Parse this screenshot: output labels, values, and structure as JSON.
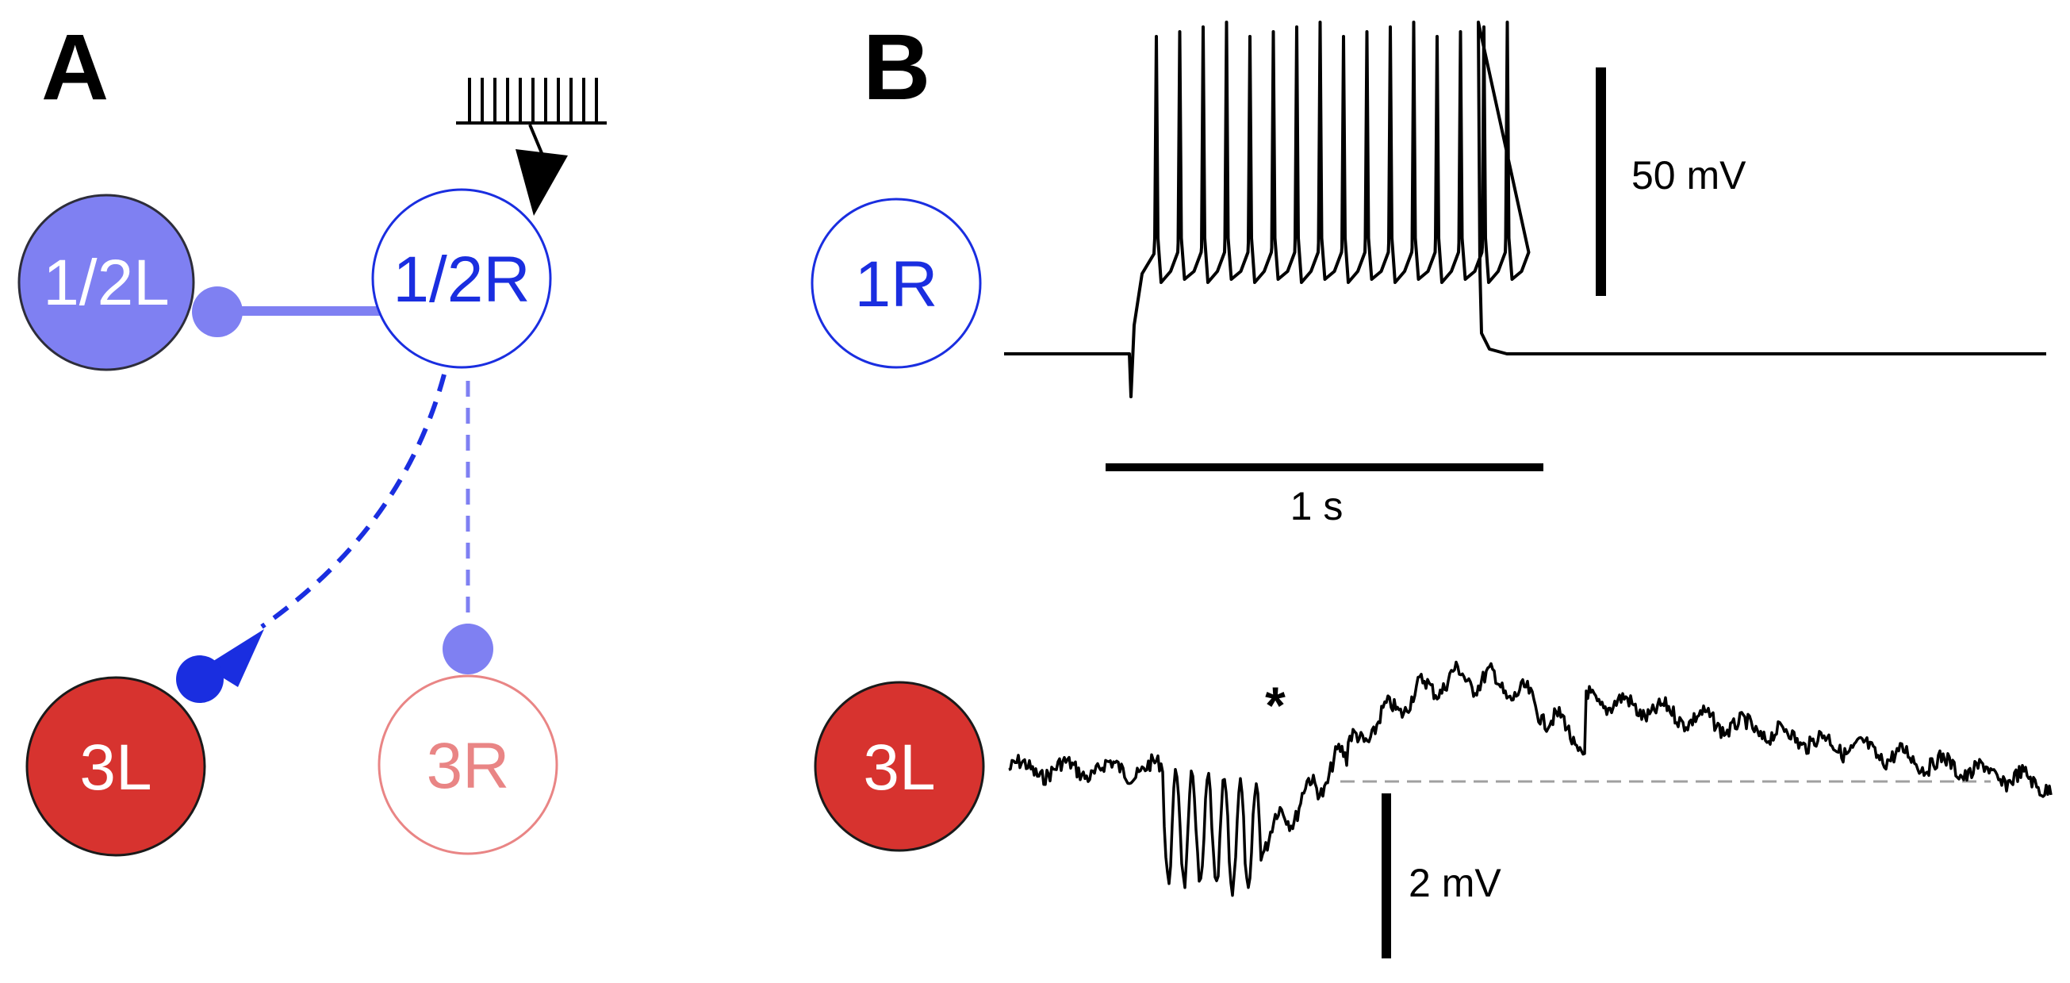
{
  "panels": {
    "a_label": "A",
    "b_label": "B"
  },
  "circuit": {
    "nodes": {
      "n12l": "1/2L",
      "n12r": "1/2R",
      "n3l": "3L",
      "n3r": "3R"
    }
  },
  "recordings": {
    "top_cell": "1R",
    "bottom_cell": "3L",
    "scale_top_voltage": "50 mV",
    "scale_time": "1 s",
    "scale_bottom_voltage": "2 mV",
    "marker": "*"
  },
  "colors": {
    "blue_dark": "#1a2ee0",
    "blue_light": "#7f80f2",
    "red": "#d7332f",
    "red_light": "#e98585"
  }
}
